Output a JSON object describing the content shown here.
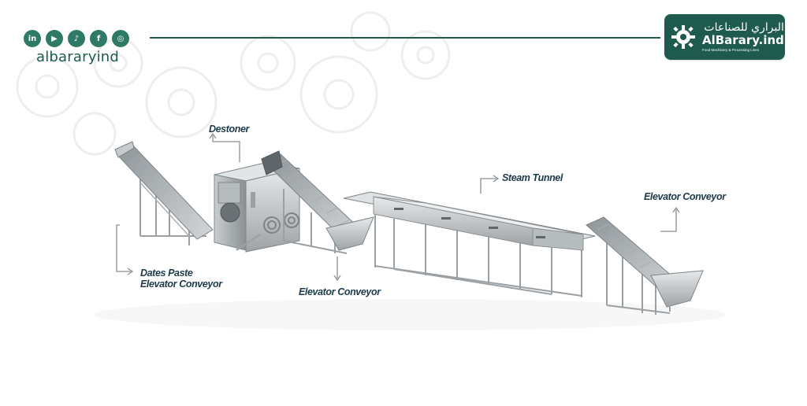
{
  "brand": {
    "handle": "albararyind",
    "logo_arabic": "البراري للصناعات",
    "logo_name": "AlBarary.ind",
    "logo_tagline": "Food Machinery & Processing Lines",
    "primary_color": "#1e5a4e",
    "accent_color": "#2f7a66"
  },
  "social": [
    {
      "name": "linkedin",
      "glyph": "in"
    },
    {
      "name": "youtube",
      "glyph": "▶"
    },
    {
      "name": "tiktok",
      "glyph": "♪"
    },
    {
      "name": "facebook",
      "glyph": "f"
    },
    {
      "name": "instagram",
      "glyph": "◎"
    }
  ],
  "labels": {
    "destoner": "Destoner",
    "steam_tunnel": "Steam Tunnel",
    "elevator_conveyor_right": "Elevator Conveyor",
    "dates_paste_line1": "Dates Paste",
    "dates_paste_line2": "Elevator Conveyor",
    "elevator_conveyor_middle": "Elevator Conveyor"
  }
}
